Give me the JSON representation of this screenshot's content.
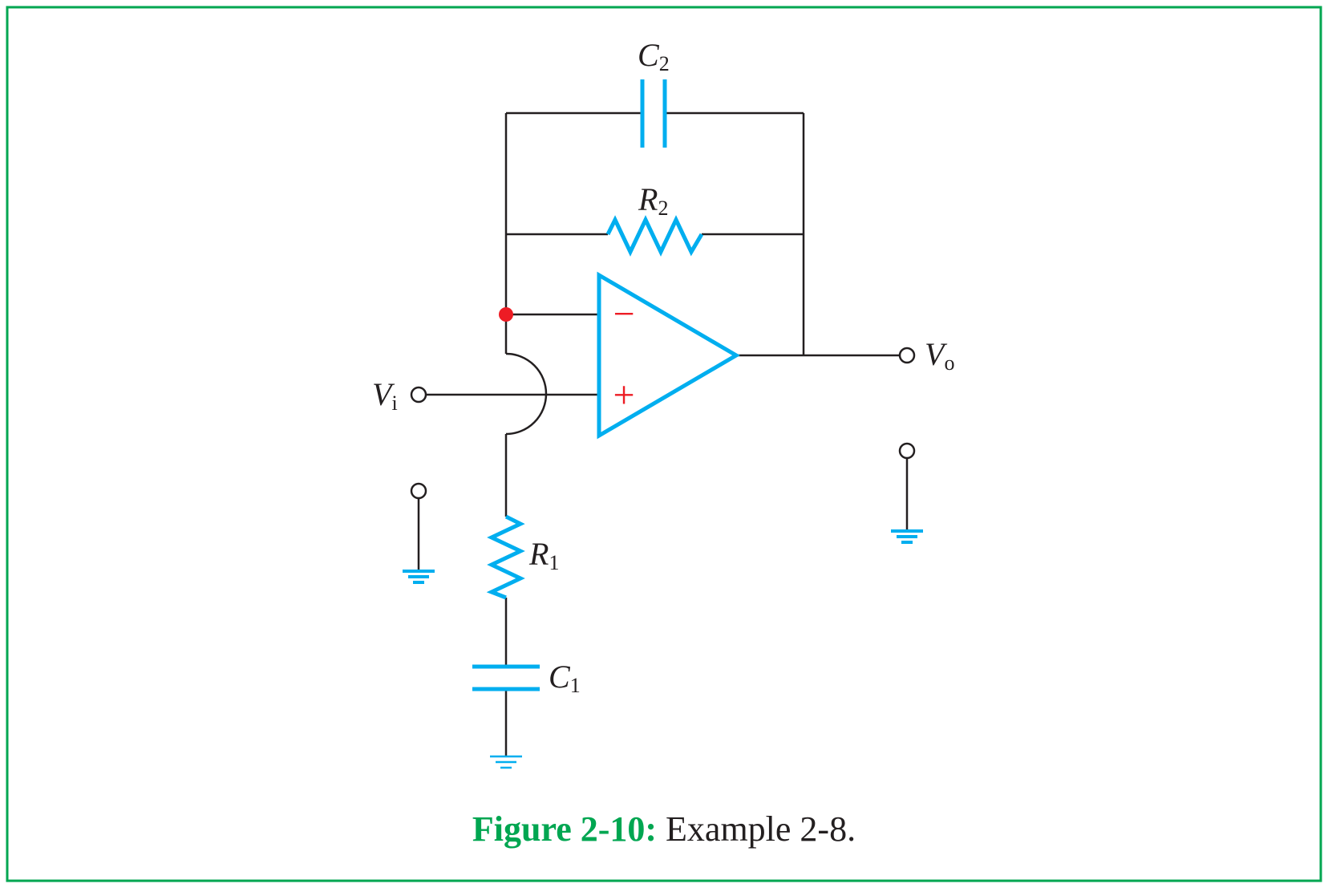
{
  "colors": {
    "frame": "#00a651",
    "wire": "#231f20",
    "component": "#00aeef",
    "polarity": "#ed1c24",
    "junction": "#ed1c24",
    "caption_label": "#00a651"
  },
  "labels": {
    "c2": {
      "main": "C",
      "sub": "2"
    },
    "r2": {
      "main": "R",
      "sub": "2"
    },
    "r1": {
      "main": "R",
      "sub": "1"
    },
    "c1": {
      "main": "C",
      "sub": "1"
    },
    "vi": {
      "main": "V",
      "sub": "i"
    },
    "vo": {
      "main": "V",
      "sub": "o"
    }
  },
  "opamp": {
    "minus_symbol": "−",
    "plus_symbol": "+"
  },
  "caption": {
    "label": "Figure 2-10:",
    "text": " Example 2-8."
  }
}
